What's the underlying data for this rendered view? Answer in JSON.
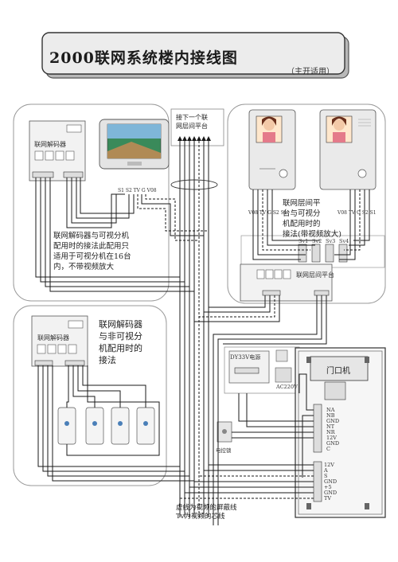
{
  "title": "2000联网系统楼内接线图",
  "subtitle": "（主开适用）",
  "top_label": "接下一个联\n网层间平台",
  "decoder_label": "联网解码器",
  "platform_label": "联网层间平台",
  "door_label": "门口机",
  "power_supply_label": "DY33V电源",
  "ac_label": "AC220V",
  "lock_label": "电控锁",
  "note_visual_monitors": "联网解码器与可视分机\n配用时的接法此配用只\n适用于可视分机在16台\n内，不带视频放大",
  "note_platform": "联网层间平\n台与可视分\n机配用时的\n接法(带视频放大)",
  "note_nonvisual": "联网解码器\n与非可视分\n机配用时的\n接法",
  "footer_note": "虚线为视频的屏蔽线\nTv为视频的芯线",
  "monitor_pins": "S1 S2 TV G V08",
  "indoor_pins": "V08 TV G S2 S1",
  "door_pins": [
    "NA",
    "NB",
    "GND",
    "NT",
    "NR",
    "12V",
    "GND",
    "C"
  ],
  "door_bottom_pins": [
    "12V",
    "A",
    "S",
    "GND",
    "+5",
    "GND",
    "TV"
  ],
  "sv_labels": [
    "Sv1",
    "Sv2",
    "Sv3",
    "Sv4"
  ],
  "colors": {
    "line": "#1a1a1a",
    "panel_border": "#9a9a9a",
    "device_fill": "#f2f2f2",
    "door_fill": "#e6e6e6",
    "screen": "#3a8a5a"
  }
}
